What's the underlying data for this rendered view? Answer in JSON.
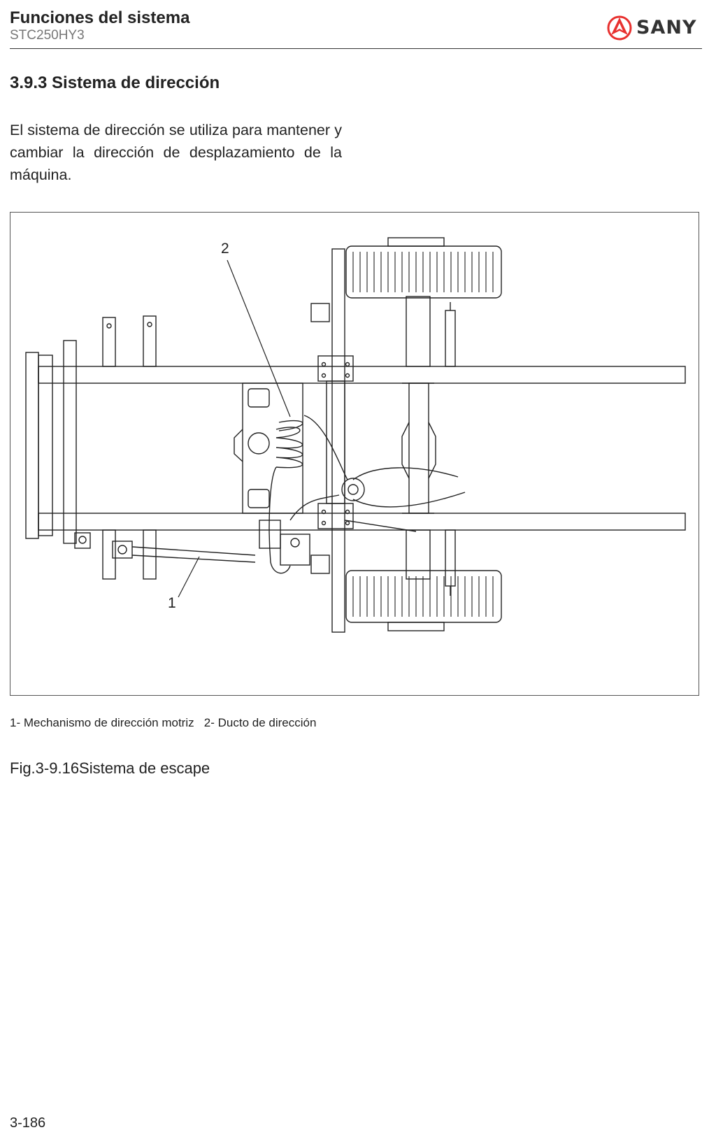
{
  "header": {
    "title": "Funciones del sistema",
    "model": "STC250HY3",
    "brand": "SANY",
    "brand_color": "#e8312f"
  },
  "section": {
    "heading": "3.9.3 Sistema de dirección",
    "paragraph": "El sistema de dirección se utiliza para mantener y cambiar la dirección de desplazamiento de la máquina."
  },
  "figure": {
    "callout_1": "1",
    "callout_2": "2",
    "legend": "1- Mechanismo de dirección motriz   2- Ducto de dirección",
    "caption": "Fig.3-9.16Sistema de escape"
  },
  "footer": {
    "page_number": "3-186"
  }
}
